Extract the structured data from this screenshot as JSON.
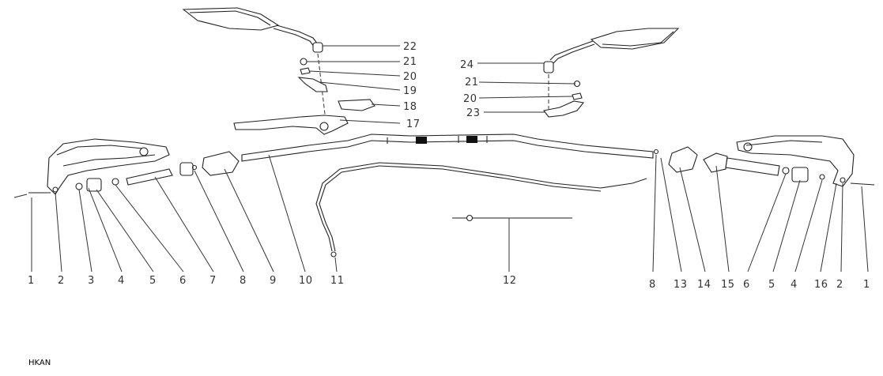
{
  "diagram": {
    "caption": "HKAN",
    "callouts": {
      "c22": "22",
      "c21a": "21",
      "c20a": "20",
      "c19": "19",
      "c18": "18",
      "c17": "17",
      "c24": "24",
      "c21b": "21",
      "c20b": "20",
      "c23": "23",
      "b1a": "1",
      "b2a": "2",
      "b3": "3",
      "b4a": "4",
      "b5a": "5",
      "b6a": "6",
      "b7": "7",
      "b8a": "8",
      "b9": "9",
      "b10": "10",
      "b11": "11",
      "b12": "12",
      "b8b": "8",
      "b13": "13",
      "b14": "14",
      "b15": "15",
      "b6b": "6",
      "b5b": "5",
      "b4b": "4",
      "b16": "16",
      "b2b": "2",
      "b1b": "1"
    }
  }
}
